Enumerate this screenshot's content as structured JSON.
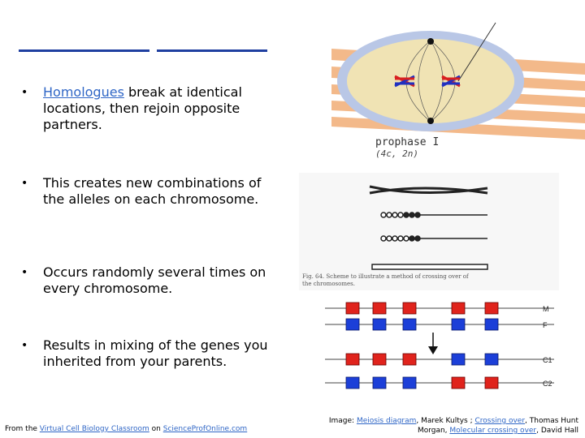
{
  "bullets": [
    {
      "link": "Homologues",
      "text": " break at identical locations, then rejoin opposite partners."
    },
    {
      "text": "This creates new combinations of the alleles on each chromosome."
    },
    {
      "text": "Occurs randomly several times on every chromosome."
    },
    {
      "text": "Results in mixing of the genes you inherited from your parents."
    }
  ],
  "bullet_glyph": "•",
  "footer_left": {
    "prefix": "From the ",
    "link1": "Virtual Cell Biology Classroom",
    "mid": " on ",
    "link2": "ScienceProfOnline.com"
  },
  "footer_right": {
    "p1": "Image: ",
    "l1": "Meiosis diagram",
    "p2": ", Marek Kultys ; ",
    "l2": "Crossing over",
    "p3": ", Thomas Hunt Morgan, ",
    "l3": "Molecular crossing over",
    "p4": ", David Hall"
  },
  "prophase_image": {
    "label": "prophase I",
    "sublabel": "(4c, 2n)"
  },
  "morgan_image": {
    "caption_line1": "Fig. 64.  Scheme to illustrate a method of crossing over of",
    "caption_line2": "the chromosomes."
  },
  "molecular_image": {
    "labels": [
      "M",
      "F",
      "C1",
      "C2"
    ],
    "colors": {
      "red": "#e0231c",
      "blue": "#1c3fd8"
    }
  },
  "colors": {
    "title_rule": "#1f3fa0",
    "link": "#2f66c6"
  }
}
